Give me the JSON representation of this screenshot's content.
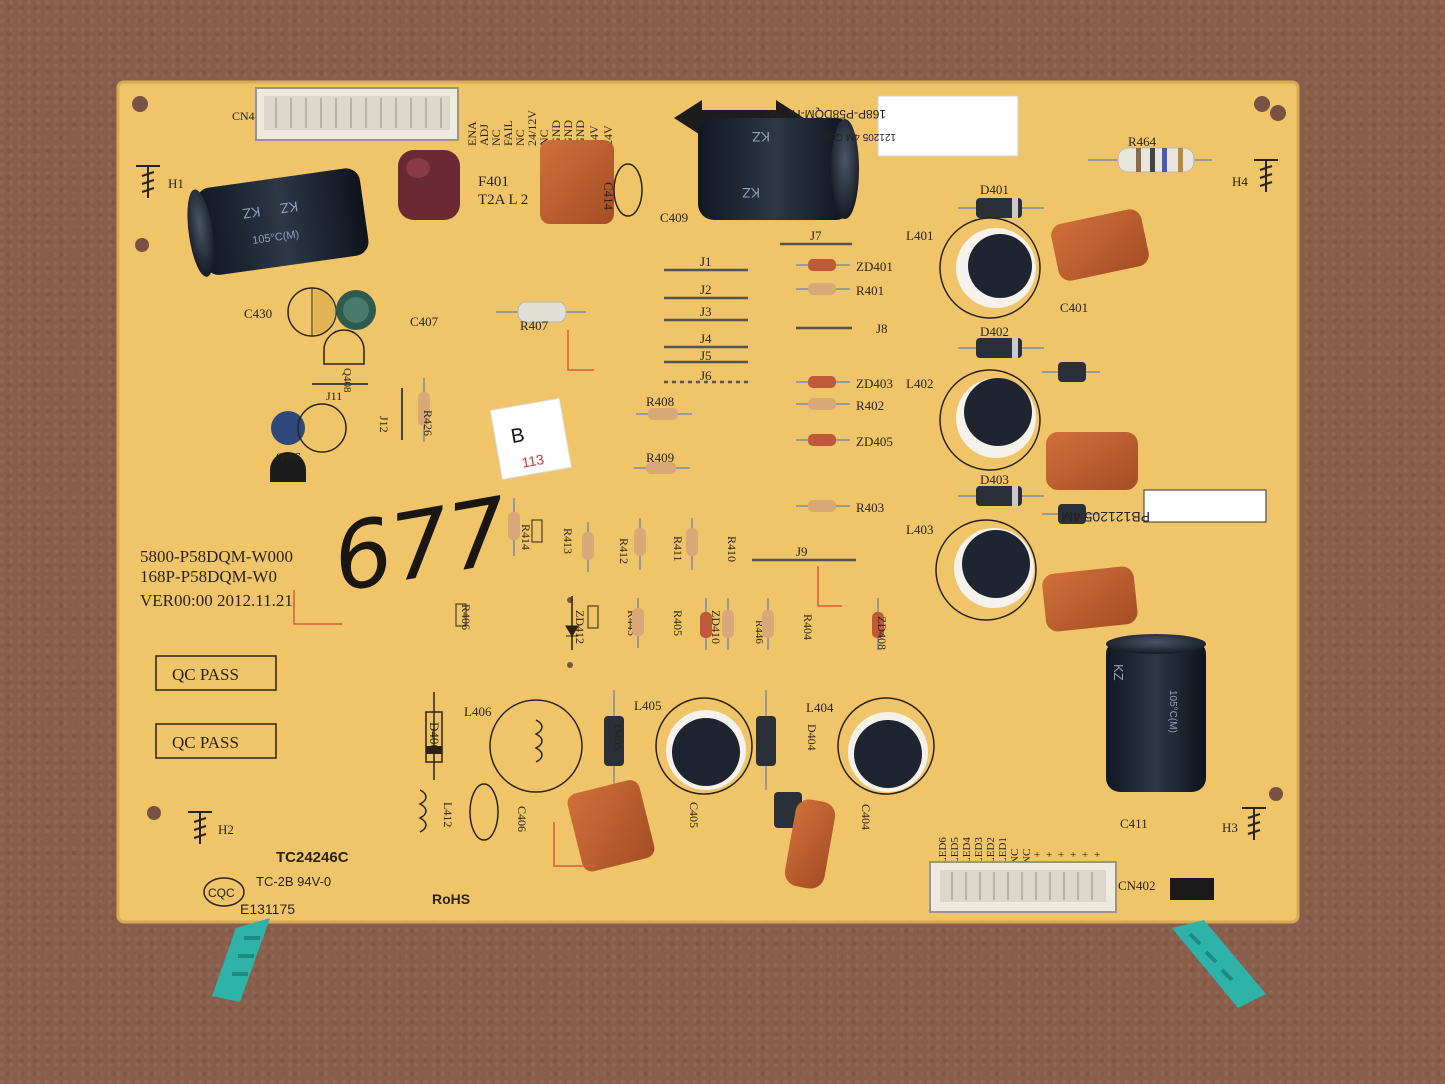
{
  "board": {
    "color": "#f0c56a",
    "part_number_1": "5800-P58DQM-W000",
    "part_number_2": "168P-P58DQM-W0",
    "version": "VER00:00  2012.11.21",
    "model": "TC24246C",
    "cert_1": "TC-2B  94V-0",
    "cert_2": "E131175",
    "rohs": "RoHS",
    "cqc": "CQC",
    "qc_1": "QC PASS",
    "qc_2": "QC PASS",
    "sticker_top_1": "168P-P58DQM-HCW0",
    "sticker_top_2": "121205  4M CBU",
    "sticker_right": "PB121205 4M",
    "handwritten_number": "677",
    "tag_letter": "B",
    "tag_number": "113"
  },
  "labels": {
    "cn4": "CN4",
    "cn402": "CN402",
    "h1": "H1",
    "h2": "H2",
    "h3": "H3",
    "h4": "H4",
    "f401": "F401",
    "t2a": "T2A  L  2",
    "c407": "C407",
    "c430": "C430",
    "c409": "C409",
    "c414": "C414",
    "c401": "C401",
    "c404": "C404",
    "c405": "C405",
    "c406": "C406",
    "c411": "C411",
    "q408": "Q408",
    "q407": "Q407",
    "j1": "J1",
    "j2": "J2",
    "j3": "J3",
    "j4": "J4",
    "j5": "J5",
    "j6": "J6",
    "j7": "J7",
    "j8": "J8",
    "j9": "J9",
    "j11": "J11",
    "j12": "J12",
    "r401": "R401",
    "r402": "R402",
    "r403": "R403",
    "r404": "R404",
    "r405": "R405",
    "r406": "R406",
    "r407": "R407",
    "r408": "R408",
    "r409": "R409",
    "r410": "R410",
    "r411": "R411",
    "r412": "R412",
    "r413": "R413",
    "r414": "R414",
    "r426": "R426",
    "r445": "R445",
    "r446": "R446",
    "r464": "R464",
    "zd401": "ZD401",
    "zd403": "ZD403",
    "zd405": "ZD405",
    "zd408": "ZD408",
    "zd410": "ZD410",
    "zd412": "ZD412",
    "d401": "D401",
    "d402": "D402",
    "d403": "D403",
    "d404": "D404",
    "d405": "D405",
    "d406": "D406",
    "l401": "L401",
    "l402": "L402",
    "l403": "L403",
    "l404": "L404",
    "l405": "L405",
    "l406": "L406",
    "l412": "L412",
    "cap_brand": "KZ",
    "cap_rating": "105°C(M)",
    "top_pins": [
      "ENA",
      "ADJ",
      "NC",
      "FAIL",
      "NC",
      "24/12V",
      "NC",
      "GND",
      "GND",
      "GND",
      "24V",
      "24V"
    ],
    "bottom_pins": [
      "LED6",
      "LED5",
      "LED4",
      "LED3",
      "LED2",
      "LED1",
      "NC",
      "NC",
      "+",
      "+",
      "+",
      "+",
      "+",
      "+"
    ]
  }
}
